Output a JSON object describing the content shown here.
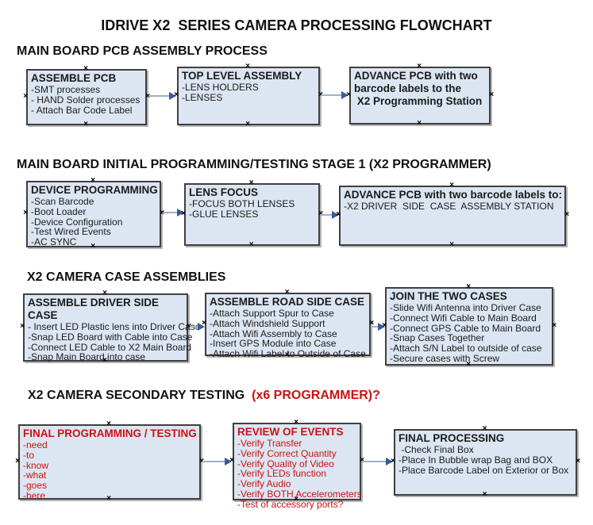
{
  "title": "IDRIVE X2  SERIES CAMERA PROCESSING FLOWCHART",
  "colors": {
    "box_fill": "#dce6f2",
    "box_border": "#3f3f3f",
    "arrow_line": "#9fb0cb",
    "arrow_head": "#3a5a9a",
    "red_text": "#cc1111",
    "text": "#1a1a1a"
  },
  "sections": [
    {
      "heading": "MAIN BOARD PCB ASSEMBLY PROCESS",
      "heading_suffix": "",
      "boxes": [
        {
          "title": "ASSEMBLE PCB",
          "items": [
            "-SMT processes",
            "- HAND Solder processes",
            "- Attach Bar Code Label"
          ]
        },
        {
          "title": "TOP LEVEL ASSEMBLY",
          "items": [
            "-LENS HOLDERS",
            "-LENSES"
          ]
        },
        {
          "title": "ADVANCE PCB with two\nbarcode labels to the\n X2 Programming Station",
          "items": []
        }
      ]
    },
    {
      "heading": "MAIN BOARD INITIAL PROGRAMMING/TESTING STAGE 1 (X2 PROGRAMMER)",
      "heading_suffix": "",
      "boxes": [
        {
          "title": "DEVICE PROGRAMMING",
          "items": [
            "-Scan Barcode",
            "-Boot Loader",
            "-Device Configuration",
            "-Test Wired Events",
            "-AC SYNC"
          ]
        },
        {
          "title": "LENS FOCUS",
          "items": [
            "-FOCUS BOTH LENSES",
            "-GLUE LENSES"
          ]
        },
        {
          "title": "ADVANCE PCB with two barcode labels to:",
          "items": [
            "-X2 DRIVER  SIDE  CASE  ASSEMBLY STATION"
          ]
        }
      ]
    },
    {
      "heading": "X2 CAMERA CASE ASSEMBLIES",
      "heading_suffix": "",
      "boxes": [
        {
          "title": "ASSEMBLE DRIVER SIDE CASE",
          "items": [
            "- Insert LED Plastic lens into Driver Case",
            "-Snap LED Board with Cable into Case",
            "-Connect LED Cable to X2 Main Board",
            "-Snap Main Board into case"
          ]
        },
        {
          "title": "ASSEMBLE ROAD SIDE CASE",
          "items": [
            "-Attach Support Spur to Case",
            "-Attach Windshield Support",
            "-Attach Wifi Assembly to Case",
            "-Insert GPS Module into Case",
            "-Attach Wifi Label to Outside of Case"
          ]
        },
        {
          "title": "JOIN THE TWO CASES",
          "items": [
            "-Slide Wifi Antenna into Driver Case",
            "-Connect Wifi Cable to Main Board",
            "-Connect GPS Cable to Main Board",
            "-Snap Cases Together",
            "-Attach S/N Label to outside of case",
            "-Secure cases with Screw"
          ]
        }
      ]
    },
    {
      "heading": "X2 CAMERA SECONDARY TESTING",
      "heading_suffix": "  (x6 PROGRAMMER)?",
      "boxes": [
        {
          "title": "FINAL PROGRAMMING / TESTING",
          "items": [
            "-need",
            "-to",
            "-know",
            "-what",
            "-goes",
            "-here"
          ]
        },
        {
          "title": "REVIEW OF EVENTS",
          "items": [
            "-Verify Transfer",
            "-Verify Correct Quantity",
            "-Verify Quality of Video",
            "-Verify LEDs function",
            "-Verify Audio",
            "-Verify BOTH Accelerometers",
            "-Test of accessory ports?"
          ]
        },
        {
          "title": "FINAL PROCESSING",
          "items": [
            " -Check Final Box",
            "-Place In Bubble wrap Bag and BOX",
            "-Place Barcode Label on Exterior or Box"
          ]
        }
      ]
    }
  ]
}
